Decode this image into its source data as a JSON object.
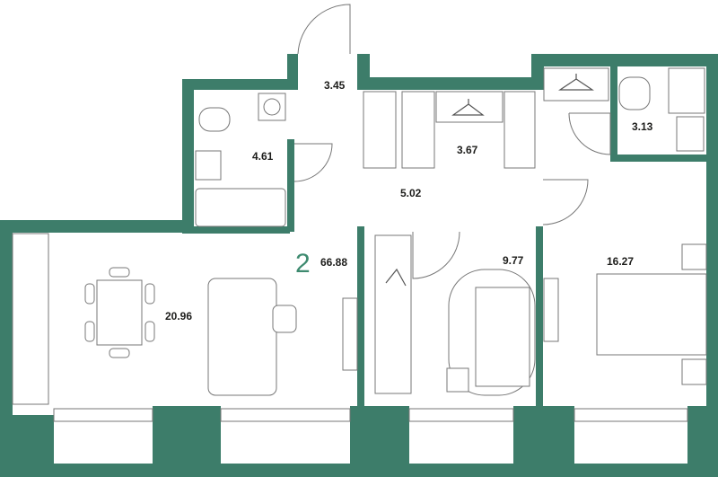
{
  "colors": {
    "wall": "#3d7d6a",
    "accent": "#3d8a6f",
    "line": "#777777",
    "text": "#1d1d1b"
  },
  "summary": {
    "rooms_count": "2",
    "total_area": "66.88"
  },
  "rooms": [
    {
      "id": "hall",
      "area": "3.45"
    },
    {
      "id": "bathroom",
      "area": "4.61"
    },
    {
      "id": "wardrobe",
      "area": "3.67"
    },
    {
      "id": "toilet",
      "area": "3.13"
    },
    {
      "id": "corridor",
      "area": "5.02"
    },
    {
      "id": "kitchen-living",
      "area": "20.96"
    },
    {
      "id": "bedroom-small",
      "area": "9.77"
    },
    {
      "id": "bedroom-large",
      "area": "16.27"
    }
  ],
  "icons": [
    "hanger-icon",
    "toilet-icon",
    "sink-icon",
    "bathtub-icon",
    "washing-machine-icon",
    "shower-icon",
    "stove-icon",
    "fridge-icon",
    "sofa-icon",
    "bed-icon",
    "table-icon",
    "chair-icon",
    "tv-icon",
    "armchair-icon"
  ]
}
